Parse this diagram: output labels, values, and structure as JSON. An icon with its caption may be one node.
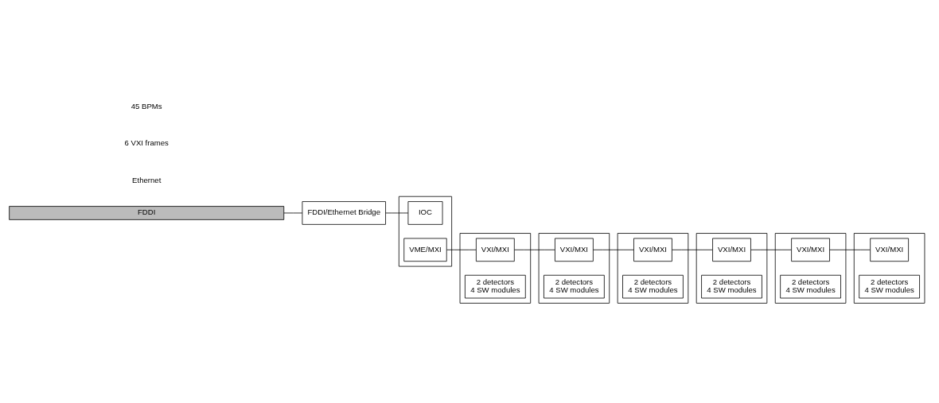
{
  "diagram": {
    "nodes": [
      {
        "text": [
          "FDDI"
        ]
      },
      {
        "text": [
          "FDDI/Ethernet Bridge"
        ]
      },
      {
        "text": [],
        "shape": "box"
      },
      {
        "text": [
          "IOC"
        ],
        "in": 2
      },
      {
        "text": [
          "VME/MXI"
        ],
        "in": 2
      },
      {
        "text": [],
        "shape": "box"
      },
      {
        "text": [
          "VXI/MXI"
        ],
        "in": 5
      },
      {
        "text": [
          "2 detectors",
          "4 SW modules"
        ],
        "in": 5
      },
      {
        "text": [],
        "shape": "box"
      },
      {
        "text": [
          "VXI/MXI"
        ],
        "in": 8
      },
      {
        "text": [
          "2 detectors",
          "4 SW modules"
        ],
        "in": 8
      },
      {
        "text": [],
        "shape": "box"
      },
      {
        "text": [
          "VXI/MXI"
        ],
        "in": 11
      },
      {
        "text": [
          "2 detectors",
          "4 SW modules"
        ],
        "in": 11
      },
      {
        "text": [],
        "shape": "box"
      },
      {
        "text": [
          "VXI/MXI"
        ],
        "in": 14
      },
      {
        "text": [
          "2 detectors",
          "4 SW modules"
        ],
        "in": 14
      },
      {
        "text": [],
        "shape": "box"
      },
      {
        "text": [
          "VXI/MXI"
        ],
        "in": 17
      },
      {
        "text": [
          "2 detectors",
          "4 SW modules"
        ],
        "in": 17
      },
      {
        "text": [],
        "shape": "box"
      },
      {
        "text": [
          "VXI/MXI"
        ],
        "in": 20
      },
      {
        "text": [
          "2 detectors",
          "4 SW modules"
        ],
        "in": 20
      }
    ],
    "edges": [
      {
        "from": 0,
        "to": 1,
        "arrow": "none"
      },
      {
        "from": 1,
        "to": 3,
        "arrow": "none"
      },
      {
        "from": 4,
        "to": 6,
        "arrow": "none"
      },
      {
        "from": 6,
        "to": 9,
        "arrow": "none"
      },
      {
        "from": 9,
        "to": 12,
        "arrow": "none"
      },
      {
        "from": 12,
        "to": 15,
        "arrow": "none"
      },
      {
        "from": 15,
        "to": 18,
        "arrow": "none"
      },
      {
        "from": 18,
        "to": 21,
        "arrow": "none"
      }
    ],
    "labels": [
      "Ethernet",
      "6 VXI frames",
      "45 BPMs"
    ]
  }
}
